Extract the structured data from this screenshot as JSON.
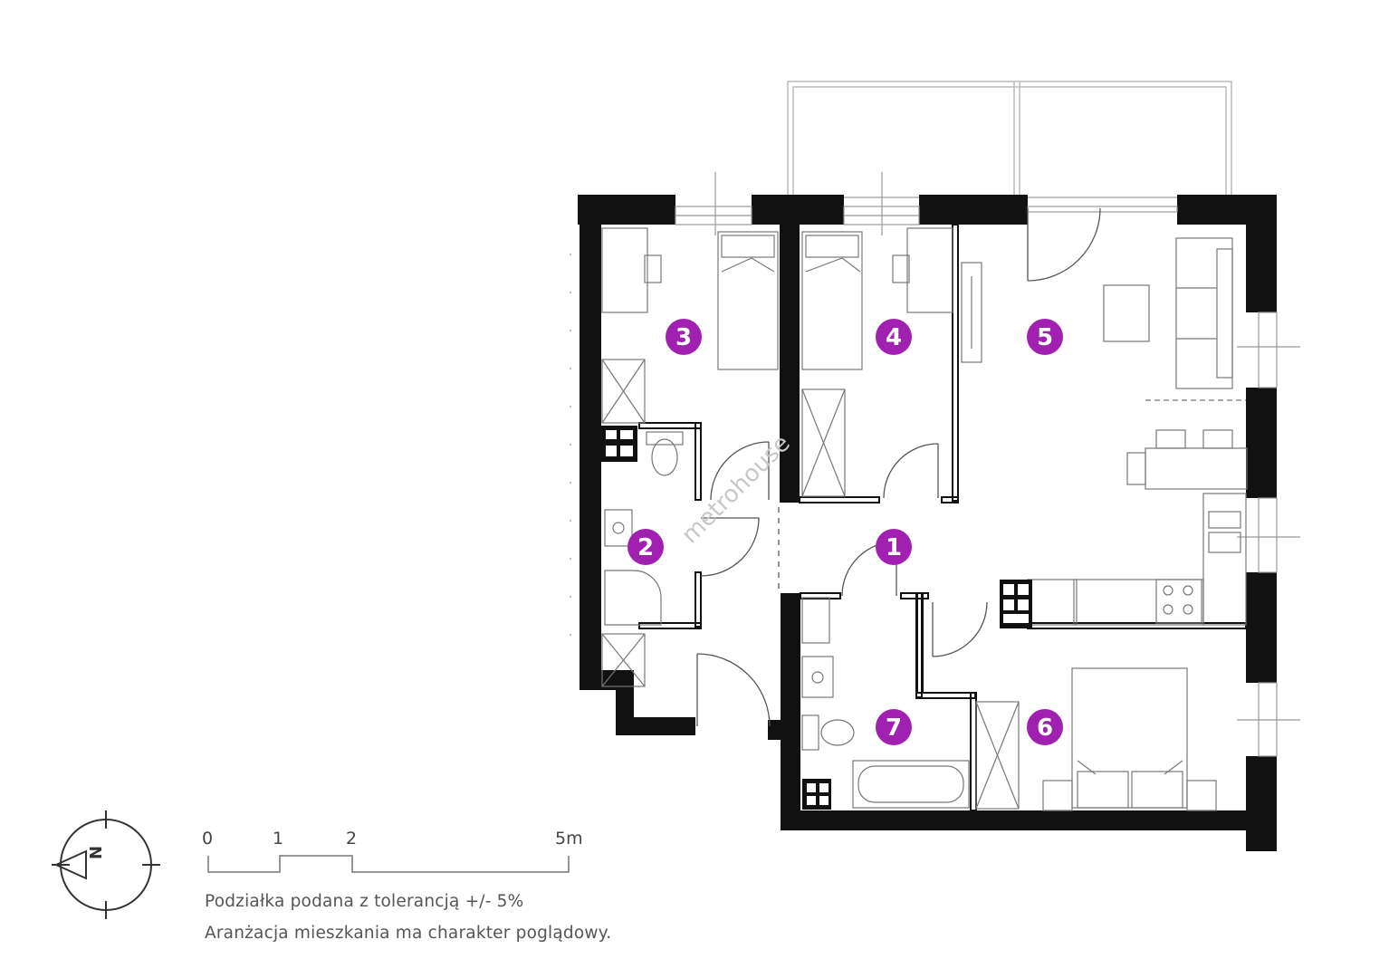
{
  "rooms": [
    {
      "id": "1",
      "label": "1"
    },
    {
      "id": "2",
      "label": "2"
    },
    {
      "id": "3",
      "label": "3"
    },
    {
      "id": "4",
      "label": "4"
    },
    {
      "id": "5",
      "label": "5"
    },
    {
      "id": "6",
      "label": "6"
    },
    {
      "id": "7",
      "label": "7"
    }
  ],
  "marker_color": "#a020b0",
  "scale_bar": {
    "ticks": [
      "0",
      "1",
      "2",
      "5m"
    ]
  },
  "compass": {
    "letter": "N"
  },
  "watermark": "metrohouse",
  "notes": [
    "Podziałka podana z tolerancją +/- 5%",
    "Aranżacja mieszkania ma charakter poglądowy."
  ]
}
